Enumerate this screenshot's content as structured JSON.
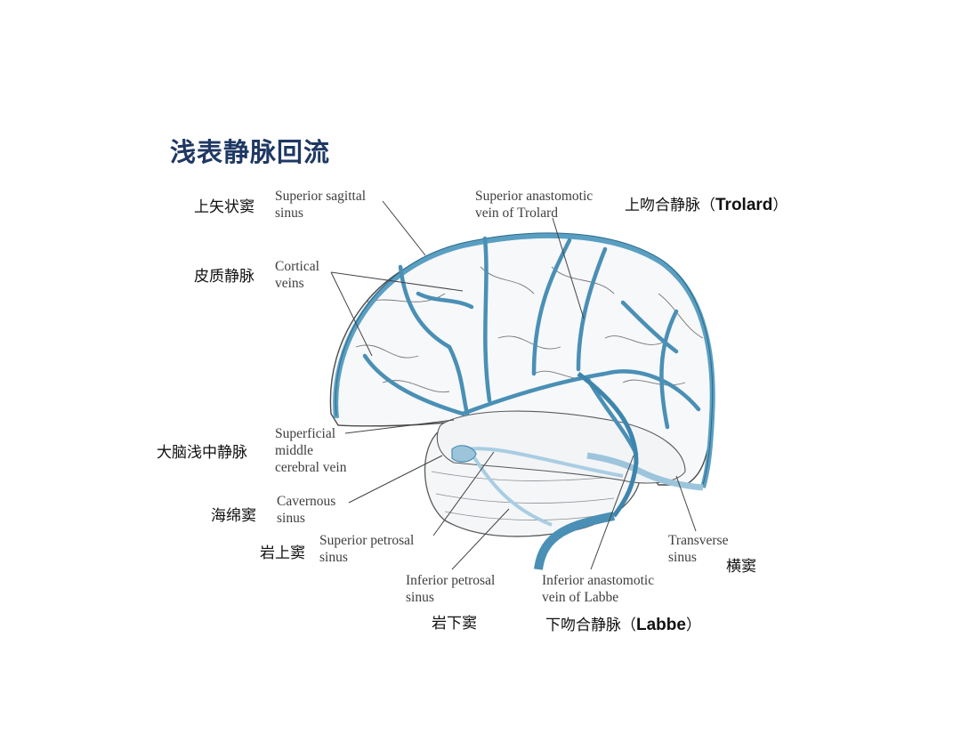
{
  "title": "浅表静脉回流",
  "colors": {
    "title": "#1f3864",
    "vein": "#5a9fc2",
    "vein_dark": "#2d6a8a",
    "sinus_fill": "#bcd8e8",
    "brain_outline": "#555555",
    "label_en": "#3e3e3e",
    "label_cn": "#111111"
  },
  "labels": {
    "superior_sagittal_sinus": {
      "cn": "上矢状窦",
      "en_line1": "Superior sagittal",
      "en_line2": "sinus"
    },
    "cortical_veins": {
      "cn": "皮质静脉",
      "en_line1": "Cortical",
      "en_line2": "veins"
    },
    "trolard": {
      "cn_prefix": "上吻合静脉（",
      "cn_name": "Trolard",
      "cn_suffix": "）",
      "en_line1": "Superior anastomotic",
      "en_line2": "vein of Trolard"
    },
    "superficial_middle_cerebral_vein": {
      "cn": "大脑浅中静脉",
      "en_line1": "Superficial",
      "en_line2": "middle",
      "en_line3": "cerebral vein"
    },
    "cavernous_sinus": {
      "cn": "海绵窦",
      "en_line1": "Cavernous",
      "en_line2": "sinus"
    },
    "superior_petrosal_sinus": {
      "cn": "岩上窦",
      "en_line1": "Superior petrosal",
      "en_line2": "sinus"
    },
    "inferior_petrosal_sinus": {
      "cn": "岩下窦",
      "en_line1": "Inferior petrosal",
      "en_line2": "sinus"
    },
    "labbe": {
      "cn_prefix": "下吻合静脉（",
      "cn_name": "Labbe",
      "cn_suffix": "）",
      "en_line1": "Inferior anastomotic",
      "en_line2": "vein of Labbe"
    },
    "transverse_sinus": {
      "cn": "横窦",
      "en_line1": "Transverse",
      "en_line2": "sinus"
    }
  }
}
